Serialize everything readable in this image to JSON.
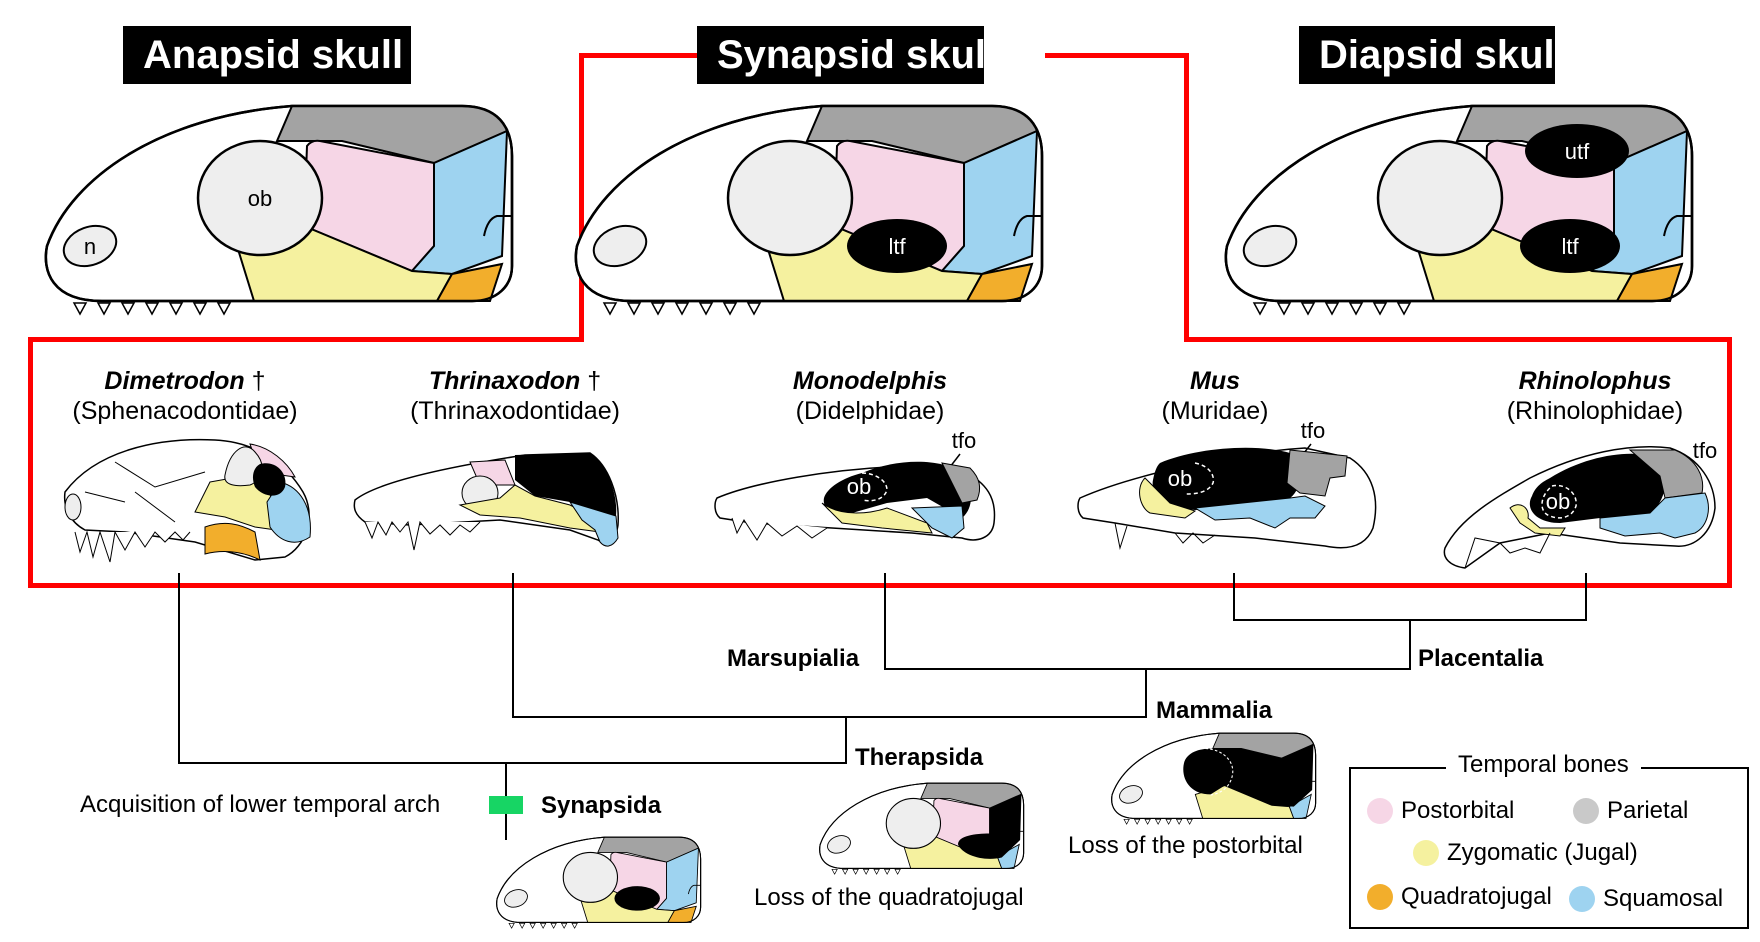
{
  "skull_types": [
    {
      "title": "Anapsid skull",
      "openings": [
        "n",
        "ob"
      ]
    },
    {
      "title": "Synapsid skull",
      "openings": [
        "ltf"
      ]
    },
    {
      "title": "Diapsid skull",
      "openings": [
        "utf",
        "ltf"
      ]
    }
  ],
  "taxa": [
    {
      "genus": "Dimetrodon",
      "dagger": " †",
      "family": "(Sphenacodontidae)",
      "labels": []
    },
    {
      "genus": "Thrinaxodon",
      "dagger": " †",
      "family": "(Thrinaxodontidae)",
      "labels": []
    },
    {
      "genus": "Monodelphis",
      "dagger": "",
      "family": "(Didelphidae)",
      "labels": [
        "ob",
        "tfo"
      ]
    },
    {
      "genus": "Mus",
      "dagger": "",
      "family": "(Muridae)",
      "labels": [
        "ob",
        "tfo"
      ]
    },
    {
      "genus": "Rhinolophus",
      "dagger": "",
      "family": "(Rhinolophidae)",
      "labels": [
        "ob",
        "tfo"
      ]
    }
  ],
  "clades": {
    "marsupialia": "Marsupialia",
    "placentalia": "Placentalia",
    "mammalia": "Mammalia",
    "therapsida": "Therapsida",
    "synapsida": "Synapsida"
  },
  "notes": {
    "acquisition": "Acquisition of lower temporal arch",
    "loss_quadratojugal": "Loss of the quadratojugal",
    "loss_postorbital": "Loss of the postorbital"
  },
  "legend": {
    "title": "Temporal bones",
    "items": [
      {
        "label": "Postorbital",
        "color": "#f6d6e6"
      },
      {
        "label": "Parietal",
        "color": "#a3a3a3"
      },
      {
        "label": "Zygomatic (Jugal)",
        "color": "#f5f19f"
      },
      {
        "label": "Quadratojugal",
        "color": "#f2ae2c"
      },
      {
        "label": "Squamosal",
        "color": "#9ed3f0"
      }
    ]
  },
  "colors": {
    "highlight_frame": "#ff0000",
    "synapomorphy_marker": "#17d564",
    "opening": "#000000",
    "orbit": "#eeeeee"
  }
}
